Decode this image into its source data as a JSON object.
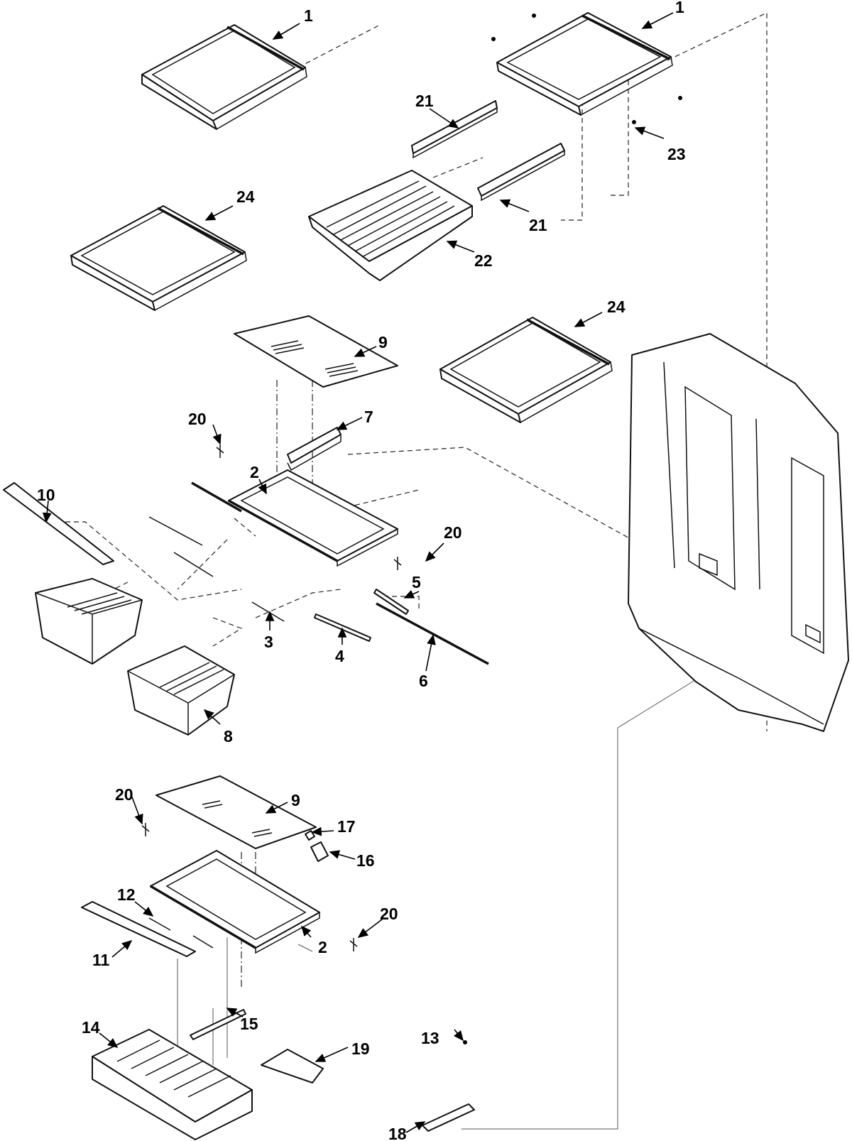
{
  "callouts": {
    "c1a": "1",
    "c1b": "1",
    "c2a": "2",
    "c2b": "2",
    "c3": "3",
    "c4": "4",
    "c5": "5",
    "c6": "6",
    "c7": "7",
    "c8": "8",
    "c9a": "9",
    "c9b": "9",
    "c10": "10",
    "c11": "11",
    "c12": "12",
    "c13": "13",
    "c14": "14",
    "c15": "15",
    "c16": "16",
    "c17": "17",
    "c18": "18",
    "c19": "19",
    "c20a": "20",
    "c20b": "20",
    "c20c": "20",
    "c20d": "20",
    "c21a": "21",
    "c21b": "21",
    "c22": "22",
    "c23": "23",
    "c24a": "24",
    "c24b": "24"
  }
}
